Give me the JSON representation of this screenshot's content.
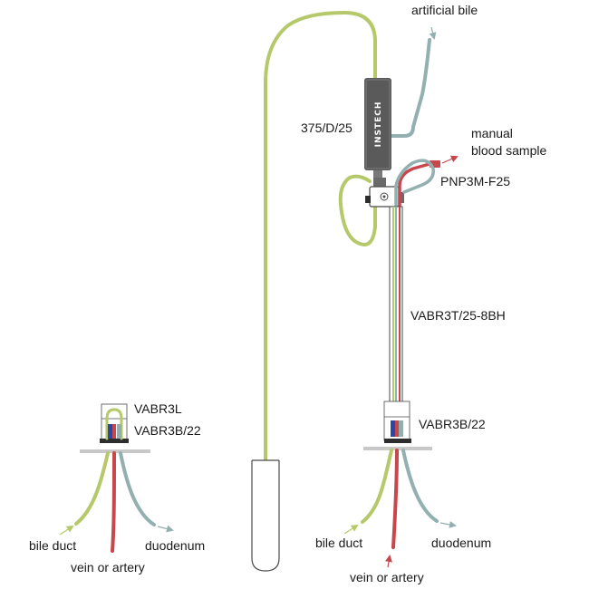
{
  "colors": {
    "bile": "#b5c96a",
    "duodenum": "#93b0b0",
    "blood": "#c8474c",
    "blue": "#2c47a8",
    "hardware": "#4a4a4a",
    "platform": "#c8c8c8",
    "pump_body": "#5a5a5a"
  },
  "labels": {
    "artificial_bile": "artificial bile",
    "manual_line1": "manual",
    "manual_line2": "blood sample",
    "pump_model": "375/D/25",
    "swivel_model": "PNP3M-F25",
    "tether_model": "VABR3T/25-8BH",
    "right_button_model": "VABR3B/22",
    "left_cap_model": "VABR3L",
    "left_button_model": "VABR3B/22",
    "left_bile_duct": "bile duct",
    "left_duodenum": "duodenum",
    "left_vessel": "vein or artery",
    "right_bile_duct": "bile duct",
    "right_duodenum": "duodenum",
    "right_vessel": "vein or artery"
  },
  "pump": {
    "brand": "INSTECH",
    "icon": "infusion-pump-icon"
  },
  "icons": {
    "arrow": "arrow-icon",
    "tube": "collection-tube-icon",
    "button": "vascular-access-button-icon",
    "swivel": "swivel-icon"
  }
}
